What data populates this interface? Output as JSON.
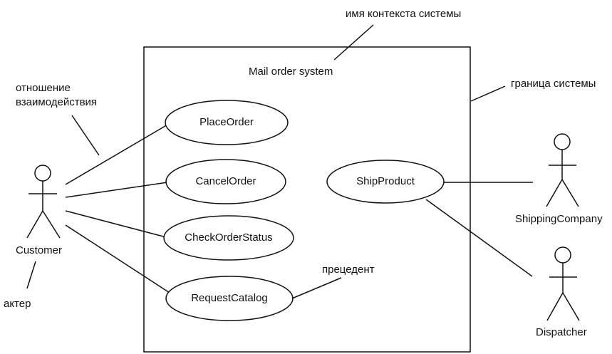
{
  "diagram": {
    "system": {
      "title": "Mail order system"
    },
    "actors": [
      {
        "id": "customer",
        "label": "Customer"
      },
      {
        "id": "shipping",
        "label": "ShippingCompany"
      },
      {
        "id": "dispatcher",
        "label": "Dispatcher"
      }
    ],
    "use_cases": [
      {
        "id": "place",
        "label": "PlaceOrder"
      },
      {
        "id": "cancel",
        "label": "CancelOrder"
      },
      {
        "id": "check",
        "label": "CheckOrderStatus"
      },
      {
        "id": "request",
        "label": "RequestCatalog"
      },
      {
        "id": "ship",
        "label": "ShipProduct"
      }
    ],
    "associations": [
      {
        "from": "customer",
        "to": "place"
      },
      {
        "from": "customer",
        "to": "cancel"
      },
      {
        "from": "customer",
        "to": "check"
      },
      {
        "from": "customer",
        "to": "request"
      },
      {
        "from": "ship",
        "to": "shipping"
      },
      {
        "from": "ship",
        "to": "dispatcher"
      }
    ],
    "annotations": {
      "context_name": "имя контекста системы",
      "system_boundary": "граница системы",
      "relationship_line1": "отношение",
      "relationship_line2": "взаимодействия",
      "actor": "актер",
      "use_case": "прецедент"
    }
  }
}
